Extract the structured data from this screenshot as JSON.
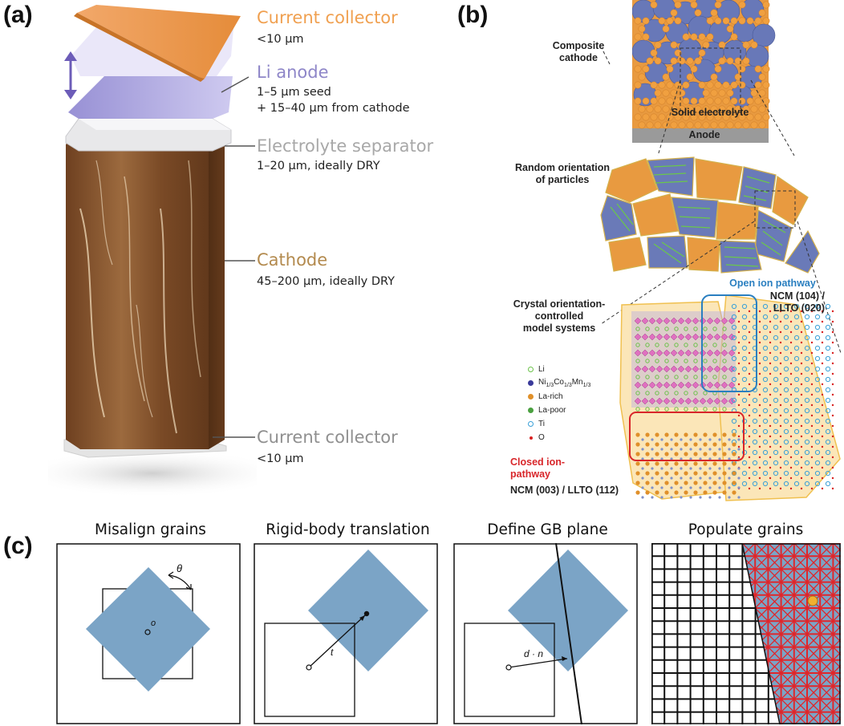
{
  "panels": {
    "a": {
      "label": "(a)",
      "layers": [
        {
          "title": "Current collector",
          "sub": "<10 µm",
          "color": "#f0a050"
        },
        {
          "title": "Li anode",
          "sub": "1–5 µm seed",
          "sub2": "+ 15–40 µm from cathode",
          "color": "#8e86c8"
        },
        {
          "title": "Electrolyte separator",
          "sub": "1–20 µm, ideally DRY",
          "color": "#a8a8a8"
        },
        {
          "title": "Cathode",
          "sub": "45–200 µm, ideally DRY",
          "color": "#b38a4e"
        },
        {
          "title": "Current collector",
          "sub": "<10 µm",
          "color": "#8f8f8f"
        }
      ]
    },
    "b": {
      "label": "(b)",
      "composite_cathode": "Composite\ncathode",
      "solid_electrolyte": "Solid electrolyte",
      "anode": "Anode",
      "random_orientation": "Random orientation\nof particles",
      "crystal_orientation": "Crystal orientation-\ncontrolled\nmodel systems",
      "open_pathway": "Open ion pathway",
      "open_pathway_sub": "NCM (104) /\nLLTO (020)",
      "closed_pathway": "Closed ion-\npathway",
      "closed_pathway_sub": "NCM (003) / LLTO (112)",
      "open_color": "#2a7fc0",
      "closed_color": "#d8262a",
      "legend": [
        {
          "label": "Li",
          "color": "#6cc24a",
          "style": "ring"
        },
        {
          "label": "Ni1/3Co1/3Mn1/3",
          "base": "Ni",
          "parts": [
            "1/3",
            "Co",
            "1/3",
            "Mn",
            "1/3"
          ],
          "color": "#3a3a9a",
          "style": "dot"
        },
        {
          "label": "La-rich",
          "color": "#e0902a",
          "style": "dot"
        },
        {
          "label": "La-poor",
          "color": "#4aa040",
          "style": "dot"
        },
        {
          "label": "Ti",
          "color": "#3aa0d8",
          "style": "ring"
        },
        {
          "label": "O",
          "color": "#d82020",
          "style": "small"
        }
      ]
    },
    "c": {
      "label": "(c)",
      "steps": [
        {
          "title": "Misalign grains",
          "symbol": "θ",
          "origin": "o"
        },
        {
          "title": "Rigid-body translation",
          "symbol": "t"
        },
        {
          "title": "Define GB plane",
          "symbol": "d · n"
        },
        {
          "title": "Populate grains"
        }
      ],
      "grain_color": "#7ba4c6",
      "lattice_red": "#e0262a",
      "atom_color": "#f0b030"
    }
  }
}
